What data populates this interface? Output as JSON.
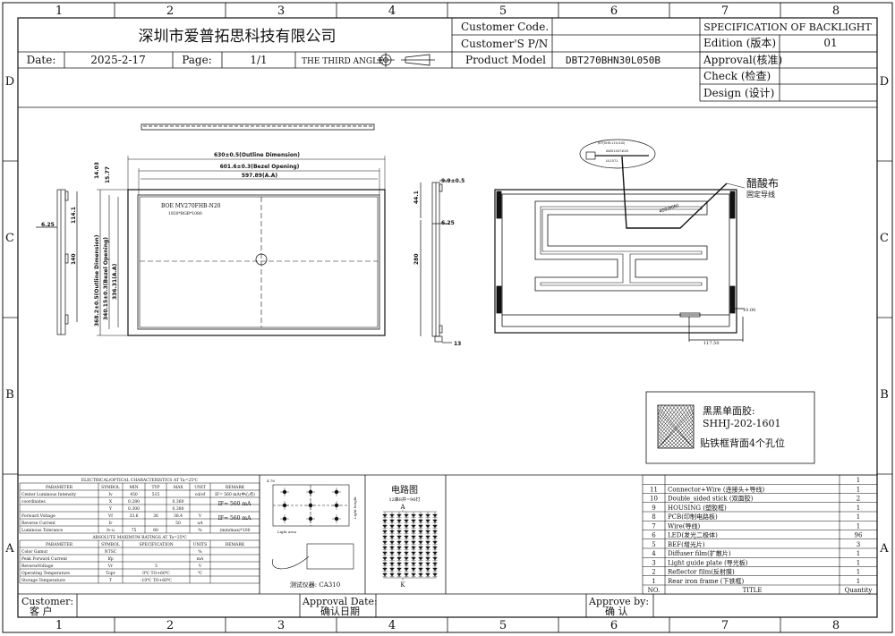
{
  "grid": {
    "columns": [
      "1",
      "2",
      "3",
      "4",
      "5",
      "6",
      "7",
      "8"
    ],
    "rows": [
      "D",
      "C",
      "B",
      "A"
    ]
  },
  "header": {
    "company": "深圳市爱普拓思科技有限公司",
    "date_label": "Date:",
    "date_value": "2025-2-17",
    "page_label": "Page:",
    "page_value": "1/1",
    "angle_label": "THE THIRD ANGLE",
    "customer_code_label": "Customer Code.",
    "customer_pn_label": "Customer'S P/N",
    "product_model_label": "Product Model",
    "product_model_value": "DBT270BHN30L050B",
    "spec_title": "SPECIFICATION OF BACKLIGHT",
    "edition_label": "Edition (版本)",
    "edition_value": "01",
    "approval_label": "Approval(核准)",
    "check_label": "Check  (检查)",
    "design_label": "Design  (设计)"
  },
  "front_view": {
    "outline_dim": "630±0.5(Outline Dimension)",
    "bezel_dim": "601.6±0.3(Bezel Opening)",
    "aa_dim": "597.89(A.A)",
    "dim_14_03": "14.03",
    "dim_15_77": "15.77",
    "v_outline": "368.2±0.5(Outline Dimension)",
    "v_bezel": "340.15±0.3(Bezel Opening)",
    "v_aa": "336.31(A.A)",
    "panel_label": "BOE MV270FHB-N20",
    "panel_sub": "1920*RGB*1080"
  },
  "left_view": {
    "dim_6_25": "6.25",
    "dim_114_1": "114.1",
    "dim_140": "140"
  },
  "side_view": {
    "dim_9_9": "9.9±0.5",
    "dim_44_1": "44.1",
    "dim_6_25": "6.25",
    "dim_280": "280",
    "dim_13": "13"
  },
  "back_view": {
    "acetate_cloth": "醋酸布",
    "fix_wire": "固定导线",
    "wire_len": "400(MIN)",
    "dim_117": "117.50",
    "dim_10": "10.00",
    "conn_label1": "JST(SHR-11V-S-B)",
    "conn_label2": "AWG1007#28",
    "conn_label3": "UL1571"
  },
  "tape_note": {
    "line1": "黑黑单面胶:",
    "line2": "SHHJ-202-1601",
    "line3": "贴铁框背面4个孔位"
  },
  "elec_table": {
    "title": "ELECTRICAL/OPTICAL CHARACTERISTICS AT Ta=25℃",
    "headers": [
      "PARAMETER",
      "SYMBOL",
      "MIN",
      "TYP",
      "MAX",
      "UNIT",
      "REMARK"
    ],
    "rows": [
      [
        "Center Luminous Intensity",
        "Iv",
        "450",
        "515",
        "",
        "cd/㎡",
        "IF= 560 mA(中心点)"
      ],
      [
        "coordinates",
        "X",
        "0.280",
        "",
        "0.360",
        "",
        ""
      ],
      [
        "",
        "Y",
        "0.300",
        "",
        "0.380",
        "",
        ""
      ],
      [
        "Forward Voltage",
        "Vf",
        "33.6",
        "36",
        "38.4",
        "V",
        ""
      ],
      [
        "Reverse Current",
        "Ir",
        "",
        "",
        "50",
        "uA",
        ""
      ],
      [
        "Luminous Tolerance",
        "Iv-u",
        "75",
        "80",
        "",
        "%",
        "(min/max)*100"
      ]
    ],
    "if_remark": "IF= 560 mA",
    "if_remark2": "IF= 560 mA",
    "abs_title": "ABSOLUTE MAXIMUM RATINGS AT Ta=25℃",
    "abs_headers": [
      "PARAMETER",
      "SYMBOL",
      "SPECIFICATION",
      "UNITS",
      "REMARK"
    ],
    "abs_rows": [
      [
        "Color Gamut",
        "NTSC",
        "",
        "%",
        ""
      ],
      [
        "Peak Forward Current",
        "Ifp",
        "",
        "mA",
        ""
      ],
      [
        "ReverseVoltage",
        "Vr",
        "5",
        "V",
        ""
      ],
      [
        "Operating Temperature",
        "Topr",
        "0℃ TO+60℃",
        "℃",
        ""
      ],
      [
        "Storage Temperature",
        "T",
        "-10℃ TO+60℃",
        "",
        ""
      ]
    ]
  },
  "measure": {
    "instrument": "测试仪器: CA310",
    "light_area": "Light area",
    "light_height": "Light height"
  },
  "circuit": {
    "title": "电路图",
    "subtitle": "12串8并=96灯",
    "anode": "A",
    "cathode": "K"
  },
  "bom": {
    "header_no": "NO.",
    "header_title": "TITLE",
    "header_qty": "Quantity",
    "rows": [
      {
        "no": "",
        "title": "",
        "qty": "1"
      },
      {
        "no": "11",
        "title": "Connector+Wire (连接头+导线)",
        "qty": "1"
      },
      {
        "no": "10",
        "title": "Double_sided stick (双面胶)",
        "qty": "2"
      },
      {
        "no": "9",
        "title": "HOUSING (塑胶框)",
        "qty": "1"
      },
      {
        "no": "8",
        "title": "PCB(印制电路板)",
        "qty": "1"
      },
      {
        "no": "7",
        "title": "Wire(导线)",
        "qty": "1"
      },
      {
        "no": "6",
        "title": "LED(发光二极体)",
        "qty": "96"
      },
      {
        "no": "5",
        "title": "BEF(增光片)",
        "qty": "3"
      },
      {
        "no": "4",
        "title": "Diffuser film(扩散片)",
        "qty": "1"
      },
      {
        "no": "3",
        "title": "Light guide plate (导光板)",
        "qty": "1"
      },
      {
        "no": "2",
        "title": "Reflector film(反射膜)",
        "qty": "1"
      },
      {
        "no": "1",
        "title": "Rear iron frame (下铁框)",
        "qty": "1"
      }
    ]
  },
  "footer": {
    "customer_en": "Customer:",
    "customer_cn": "客 户",
    "approval_en": "Approval Date:",
    "approval_cn": "确认日期",
    "approve_en": "Approve by:",
    "approve_cn": "确 认"
  }
}
